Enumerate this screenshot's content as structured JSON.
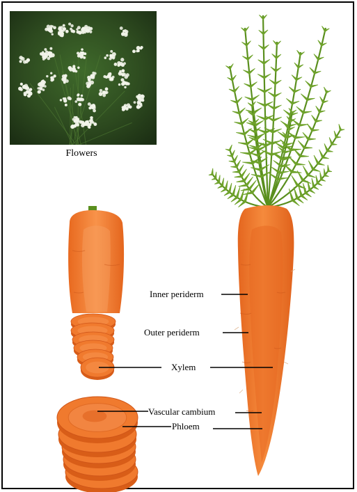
{
  "figure": {
    "photo_caption": "Flowers",
    "labels": {
      "inner_periderm": "Inner periderm",
      "outer_periderm": "Outer periderm",
      "xylem": "Xylem",
      "vascular_cambium": "Vascular cambium",
      "phloem": "Phloem"
    }
  },
  "colors": {
    "carrot_orange": "#f07a2e",
    "carrot_dark": "#d85d18",
    "carrot_core": "#e86a22",
    "foliage_green": "#6ea22a",
    "stem_green": "#5a8f1e",
    "photo_background": "#2d4a1f",
    "flower_white": "#f2f4ea"
  }
}
